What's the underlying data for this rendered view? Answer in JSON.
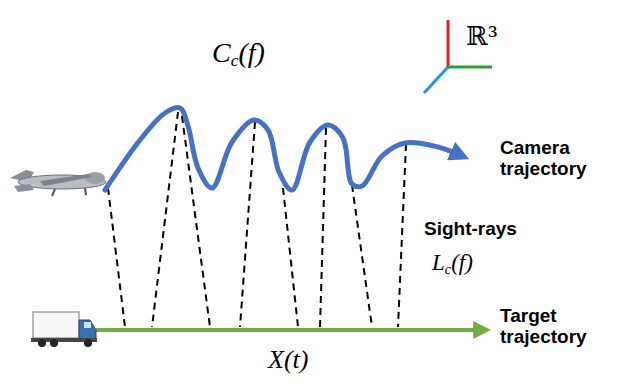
{
  "diagram": {
    "labels": [
      "ℝ³",
      "Cc(f)",
      "Camera trajectory",
      "Sight-rays",
      "Lc(f)",
      "Target trajectory",
      "X(t)"
    ]
  }
}
